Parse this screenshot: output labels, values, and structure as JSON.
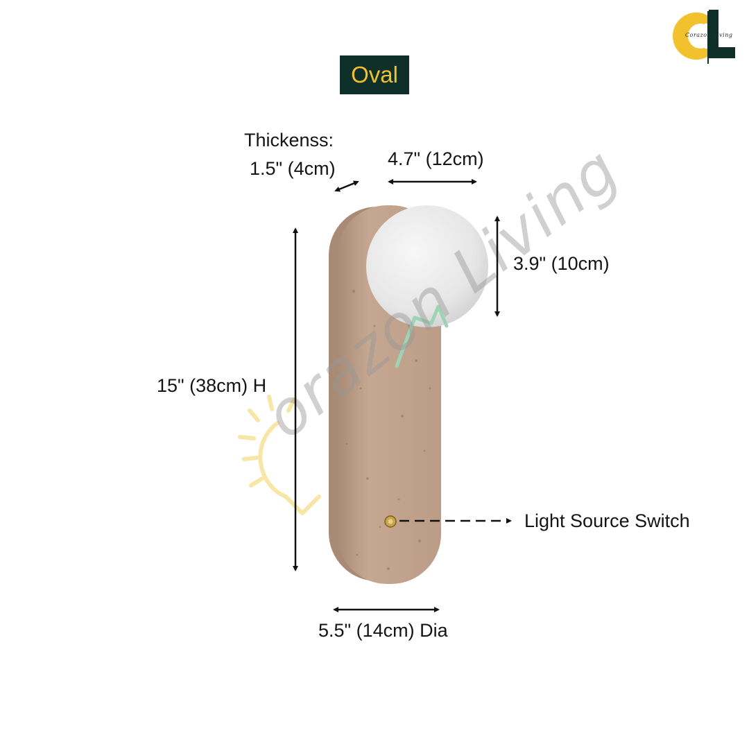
{
  "badge": {
    "label": "Oval",
    "bg_color": "#0f3029",
    "text_color": "#f2c12e"
  },
  "logo": {
    "letters": "CL",
    "text": "Corazon Living",
    "accent_color": "#f2c12e",
    "dark_color": "#0f3029"
  },
  "watermark": {
    "text": "orazon Living"
  },
  "lamp": {
    "base_color": "#bea08a",
    "globe_color": "#eeeeee",
    "switch_color": "#c9a44a",
    "icons": [
      "lightbulb-icon",
      "house-icon"
    ]
  },
  "dimensions": {
    "thickness_title": "Thickenss:",
    "thickness_value": "1.5\" (4cm)",
    "globe_width": "4.7\" (12cm)",
    "globe_height": "3.9\" (10cm)",
    "height": "15\" (38cm) H",
    "diameter": "5.5\" (14cm) Dia",
    "switch_label": "Light Source Switch"
  }
}
